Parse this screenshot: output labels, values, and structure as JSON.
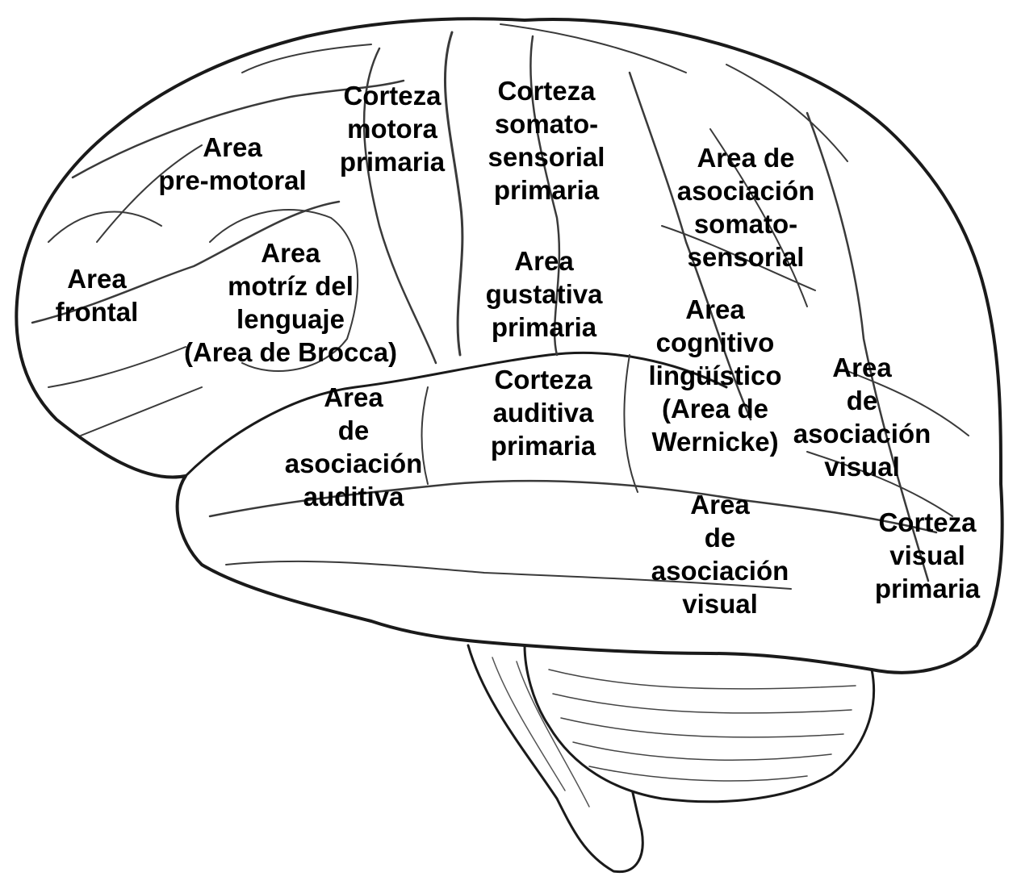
{
  "colors": {
    "outline": "#1a1a1a",
    "sulci": "#3a3a3a",
    "background": "#ffffff",
    "text": "#000000"
  },
  "icons": {
    "brain": "brain-lateral-view-drawing",
    "cerebellum": "cerebellum-drawing",
    "brainstem": "brainstem-drawing"
  },
  "labels": {
    "frontal": [
      "Area",
      "frontal"
    ],
    "premotor": [
      "Area",
      "pre-motoral"
    ],
    "motor": [
      "Corteza",
      "motora",
      "primaria"
    ],
    "somatosensory": [
      "Corteza",
      "somato-",
      "sensorial",
      "primaria"
    ],
    "somato_assoc": [
      "Area de",
      "asociación",
      "somato-",
      "sensorial"
    ],
    "broca": [
      "Area",
      "motríz del",
      "lenguaje",
      "(Area de Brocca)"
    ],
    "gustatory": [
      "Area",
      "gustativa",
      "primaria"
    ],
    "wernicke": [
      "Area",
      "cognitivo",
      "lingüístico",
      "(Area de",
      "Wernicke)"
    ],
    "auditory_assoc": [
      "Area",
      "de",
      "asociación",
      "auditiva"
    ],
    "auditory": [
      "Corteza",
      "auditiva",
      "primaria"
    ],
    "visual_assoc_upper": [
      "Area",
      "de",
      "asociación",
      "visual"
    ],
    "visual_assoc_lower": [
      "Area",
      "de",
      "asociación",
      "visual"
    ],
    "visual": [
      "Corteza",
      "visual",
      "primaria"
    ]
  }
}
